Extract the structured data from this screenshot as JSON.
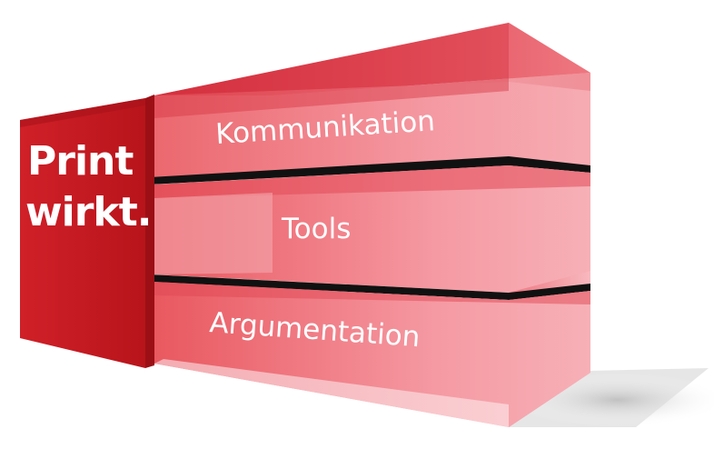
{
  "brand": {
    "line1": "Print",
    "line2": "wirkt.",
    "color": "#c4161c"
  },
  "layers": [
    {
      "label": "Kommunikation"
    },
    {
      "label": "Tools"
    },
    {
      "label": "Argumentation"
    }
  ],
  "colors": {
    "layer_light": "#f5aab1",
    "layer_mid": "#ec7079",
    "layer_dark": "#d9303d",
    "separator": "#111111",
    "shadow": "#c8c8c8"
  }
}
